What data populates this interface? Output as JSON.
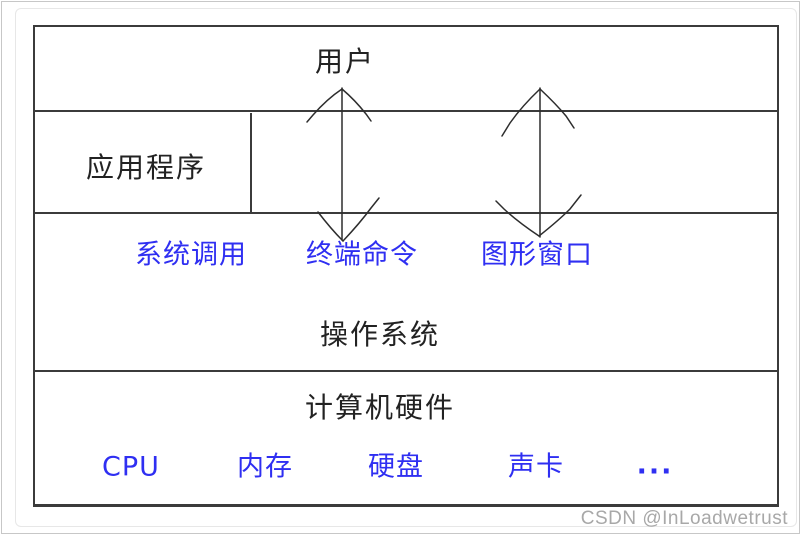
{
  "diagram": {
    "layers": {
      "user": {
        "label": "用户"
      },
      "application": {
        "label": "应用程序"
      },
      "os": {
        "label": "操作系统"
      },
      "hardware": {
        "label": "计算机硬件"
      }
    },
    "os_interfaces": [
      "系统调用",
      "终端命令",
      "图形窗口"
    ],
    "hardware_items": [
      "CPU",
      "内存",
      "硬盘",
      "声卡",
      "..."
    ],
    "colors": {
      "interface_label_blue": "#2f2ff2",
      "line_dark": "#3b3b3b",
      "watermark_gray": "#a8a8a8"
    }
  },
  "watermark": {
    "text": "CSDN @InLoadwetrust"
  }
}
